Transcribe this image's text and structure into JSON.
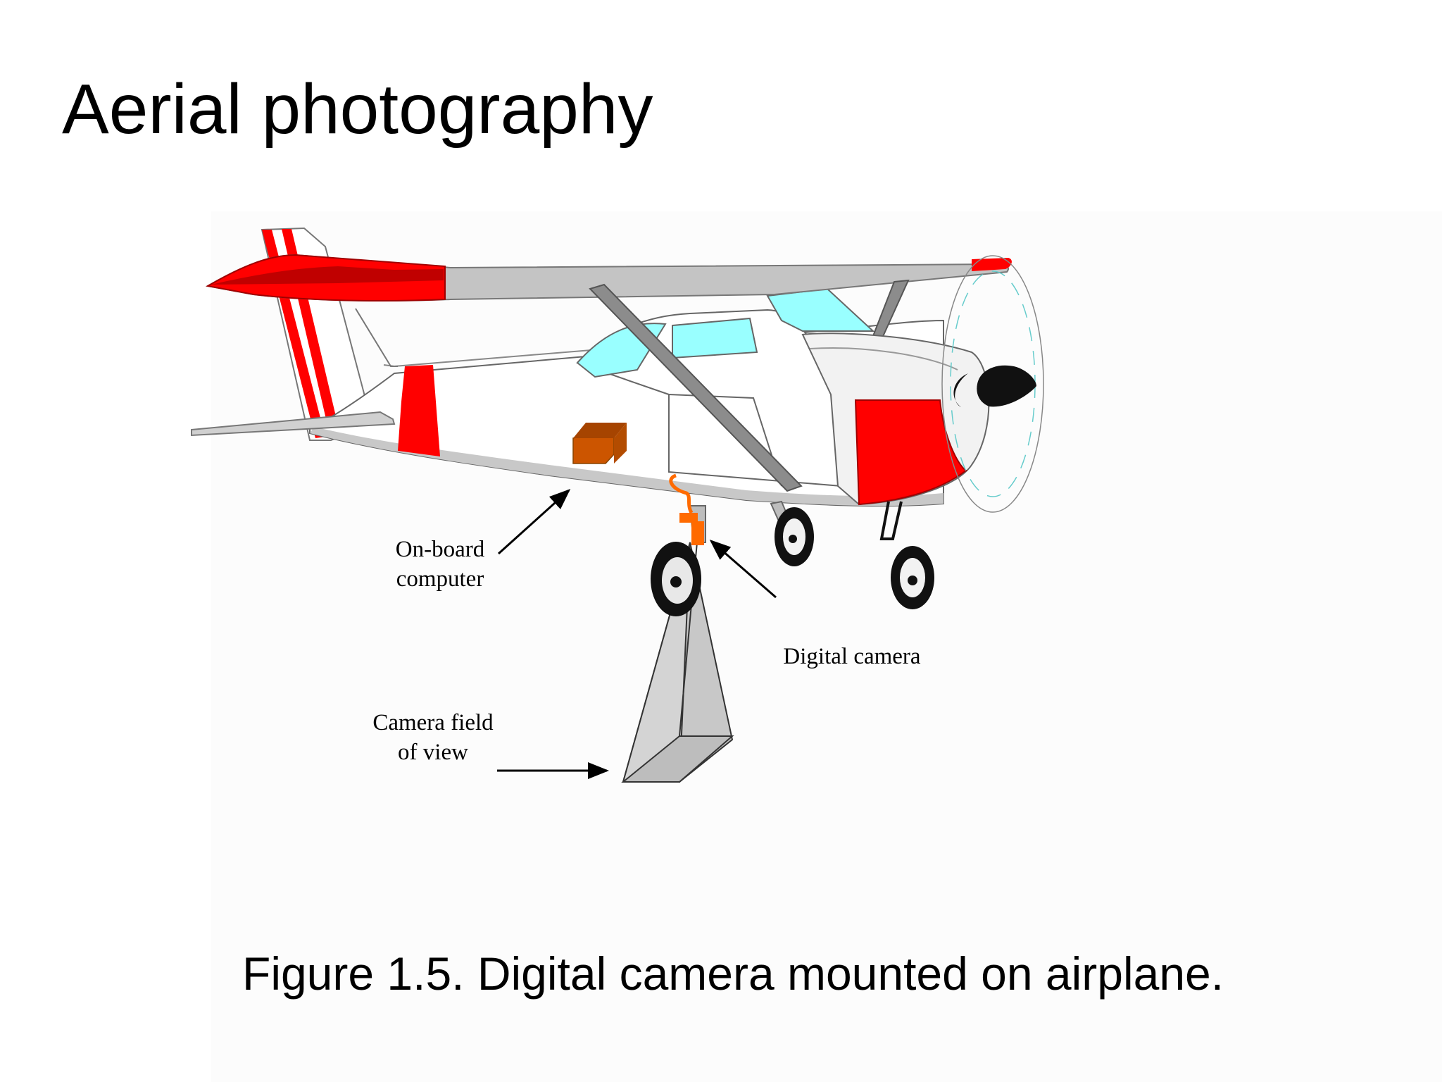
{
  "slide": {
    "title": "Aerial photography",
    "caption": "Figure 1.5. Digital camera mounted on airplane."
  },
  "diagram": {
    "labels": {
      "onboard_computer": [
        "On-board",
        "computer"
      ],
      "digital_camera": "Digital camera",
      "camera_field_of_view": [
        "Camera field",
        "of view"
      ]
    },
    "colors": {
      "accent_red": "#ff0000",
      "dark_red": "#c00000",
      "window_cyan": "#99ffff",
      "computer_orange": "#cc5500",
      "camera_orange": "#ff6a00",
      "body_grey": "#c0c0c0",
      "strut_grey": "#808080"
    }
  }
}
